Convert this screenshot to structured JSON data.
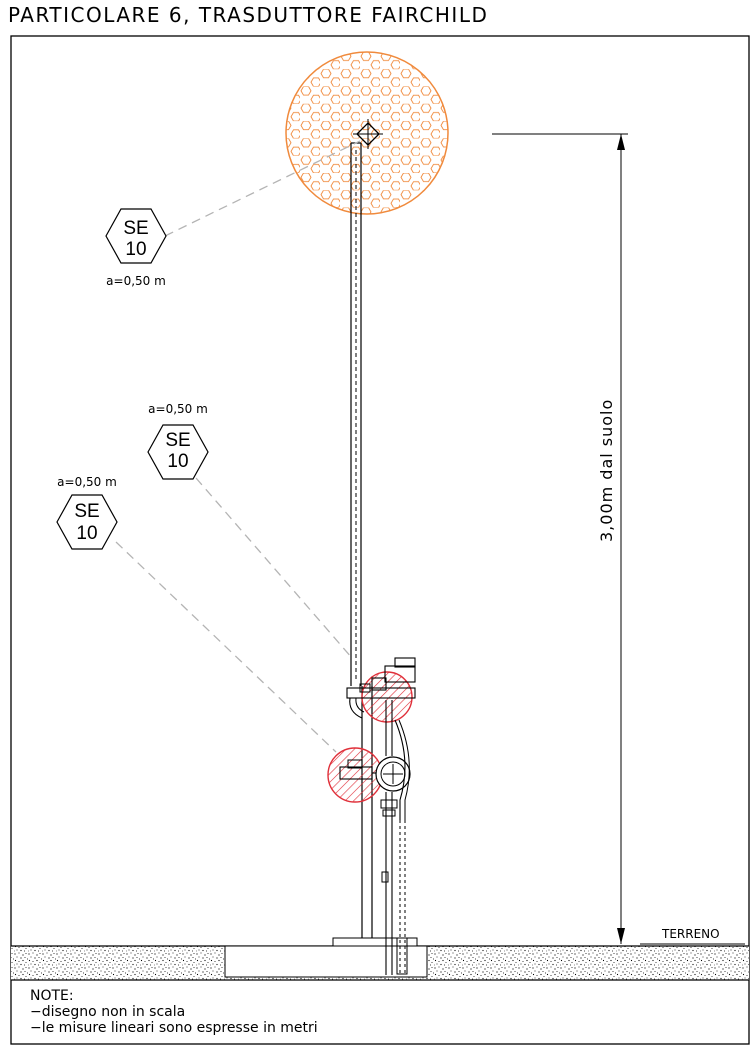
{
  "title": "PARTICOLARE 6, TRASDUTTORE FAIRCHILD",
  "dimension_label": "3,00m dal suolo",
  "ground_label": "TERRENO",
  "notes": {
    "heading": "NOTE:",
    "line1": "−disegno non in scala",
    "line2": "−le misure lineari sono espresse in metri"
  },
  "markers": [
    {
      "code": "SE",
      "number": "10",
      "height": "a=0,50 m"
    },
    {
      "code": "SE",
      "number": "10",
      "height": "a=0,50 m"
    },
    {
      "code": "SE",
      "number": "10",
      "height": "a=0,50 m"
    }
  ],
  "colors": {
    "ink": "#000000",
    "sensor_zone": "#f08a3c",
    "hazard_zone": "#e0303a",
    "leader": "#b4b4b4"
  }
}
